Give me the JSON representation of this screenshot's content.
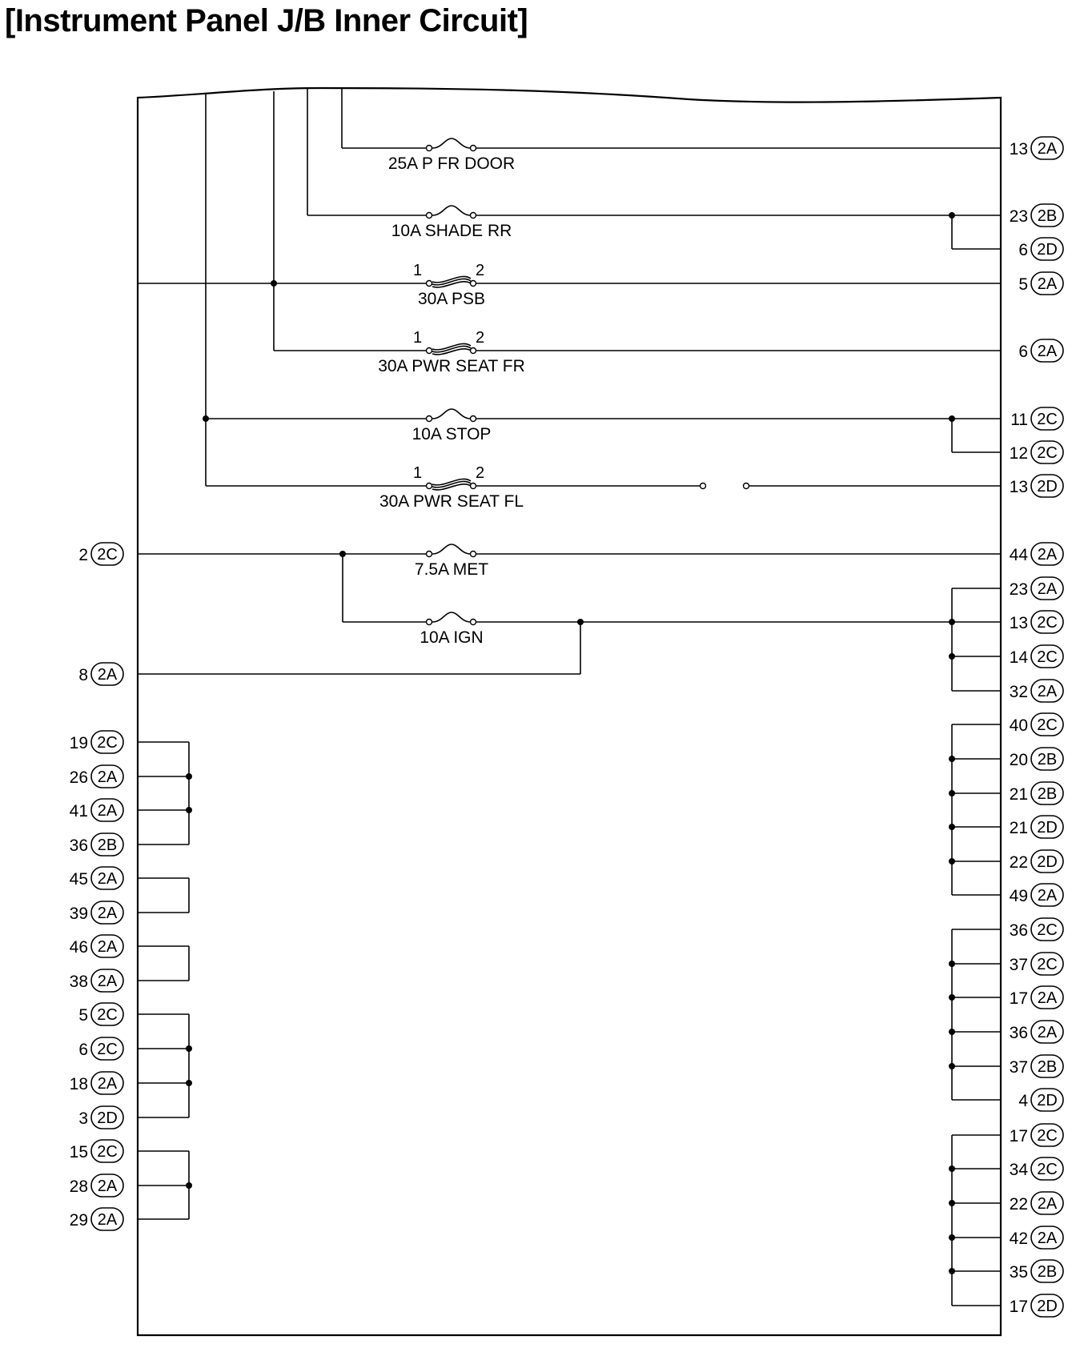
{
  "title": "[Instrument Panel J/B Inner Circuit]",
  "fuses": [
    {
      "label": "25A P FR DOOR",
      "type": "fuse"
    },
    {
      "label": "10A SHADE RR",
      "type": "fuse"
    },
    {
      "label": "30A PSB",
      "type": "fusible-link",
      "pin_in": "1",
      "pin_out": "2"
    },
    {
      "label": "30A PWR SEAT FR",
      "type": "fusible-link",
      "pin_in": "1",
      "pin_out": "2"
    },
    {
      "label": "10A STOP",
      "type": "fuse"
    },
    {
      "label": "30A PWR SEAT FL",
      "type": "fusible-link",
      "pin_in": "1",
      "pin_out": "2"
    },
    {
      "label": "7.5A MET",
      "type": "fuse"
    },
    {
      "label": "10A IGN",
      "type": "fuse"
    }
  ],
  "left_terminals": [
    {
      "pin": "2",
      "connector": "2C"
    },
    {
      "pin": "8",
      "connector": "2A"
    },
    {
      "pin": "19",
      "connector": "2C"
    },
    {
      "pin": "26",
      "connector": "2A"
    },
    {
      "pin": "41",
      "connector": "2A"
    },
    {
      "pin": "36",
      "connector": "2B"
    },
    {
      "pin": "45",
      "connector": "2A"
    },
    {
      "pin": "39",
      "connector": "2A"
    },
    {
      "pin": "46",
      "connector": "2A"
    },
    {
      "pin": "38",
      "connector": "2A"
    },
    {
      "pin": "5",
      "connector": "2C"
    },
    {
      "pin": "6",
      "connector": "2C"
    },
    {
      "pin": "18",
      "connector": "2A"
    },
    {
      "pin": "3",
      "connector": "2D"
    },
    {
      "pin": "15",
      "connector": "2C"
    },
    {
      "pin": "28",
      "connector": "2A"
    },
    {
      "pin": "29",
      "connector": "2A"
    }
  ],
  "right_terminals": [
    {
      "pin": "13",
      "connector": "2A"
    },
    {
      "pin": "23",
      "connector": "2B"
    },
    {
      "pin": "6",
      "connector": "2D"
    },
    {
      "pin": "5",
      "connector": "2A"
    },
    {
      "pin": "6",
      "connector": "2A"
    },
    {
      "pin": "11",
      "connector": "2C"
    },
    {
      "pin": "12",
      "connector": "2C"
    },
    {
      "pin": "13",
      "connector": "2D"
    },
    {
      "pin": "44",
      "connector": "2A"
    },
    {
      "pin": "23",
      "connector": "2A"
    },
    {
      "pin": "13",
      "connector": "2C"
    },
    {
      "pin": "14",
      "connector": "2C"
    },
    {
      "pin": "32",
      "connector": "2A"
    },
    {
      "pin": "40",
      "connector": "2C"
    },
    {
      "pin": "20",
      "connector": "2B"
    },
    {
      "pin": "21",
      "connector": "2B"
    },
    {
      "pin": "21",
      "connector": "2D"
    },
    {
      "pin": "22",
      "connector": "2D"
    },
    {
      "pin": "49",
      "connector": "2A"
    },
    {
      "pin": "36",
      "connector": "2C"
    },
    {
      "pin": "37",
      "connector": "2C"
    },
    {
      "pin": "17",
      "connector": "2A"
    },
    {
      "pin": "36",
      "connector": "2A"
    },
    {
      "pin": "37",
      "connector": "2B"
    },
    {
      "pin": "4",
      "connector": "2D"
    },
    {
      "pin": "17",
      "connector": "2C"
    },
    {
      "pin": "34",
      "connector": "2C"
    },
    {
      "pin": "22",
      "connector": "2A"
    },
    {
      "pin": "42",
      "connector": "2A"
    },
    {
      "pin": "35",
      "connector": "2B"
    },
    {
      "pin": "17",
      "connector": "2D"
    }
  ]
}
